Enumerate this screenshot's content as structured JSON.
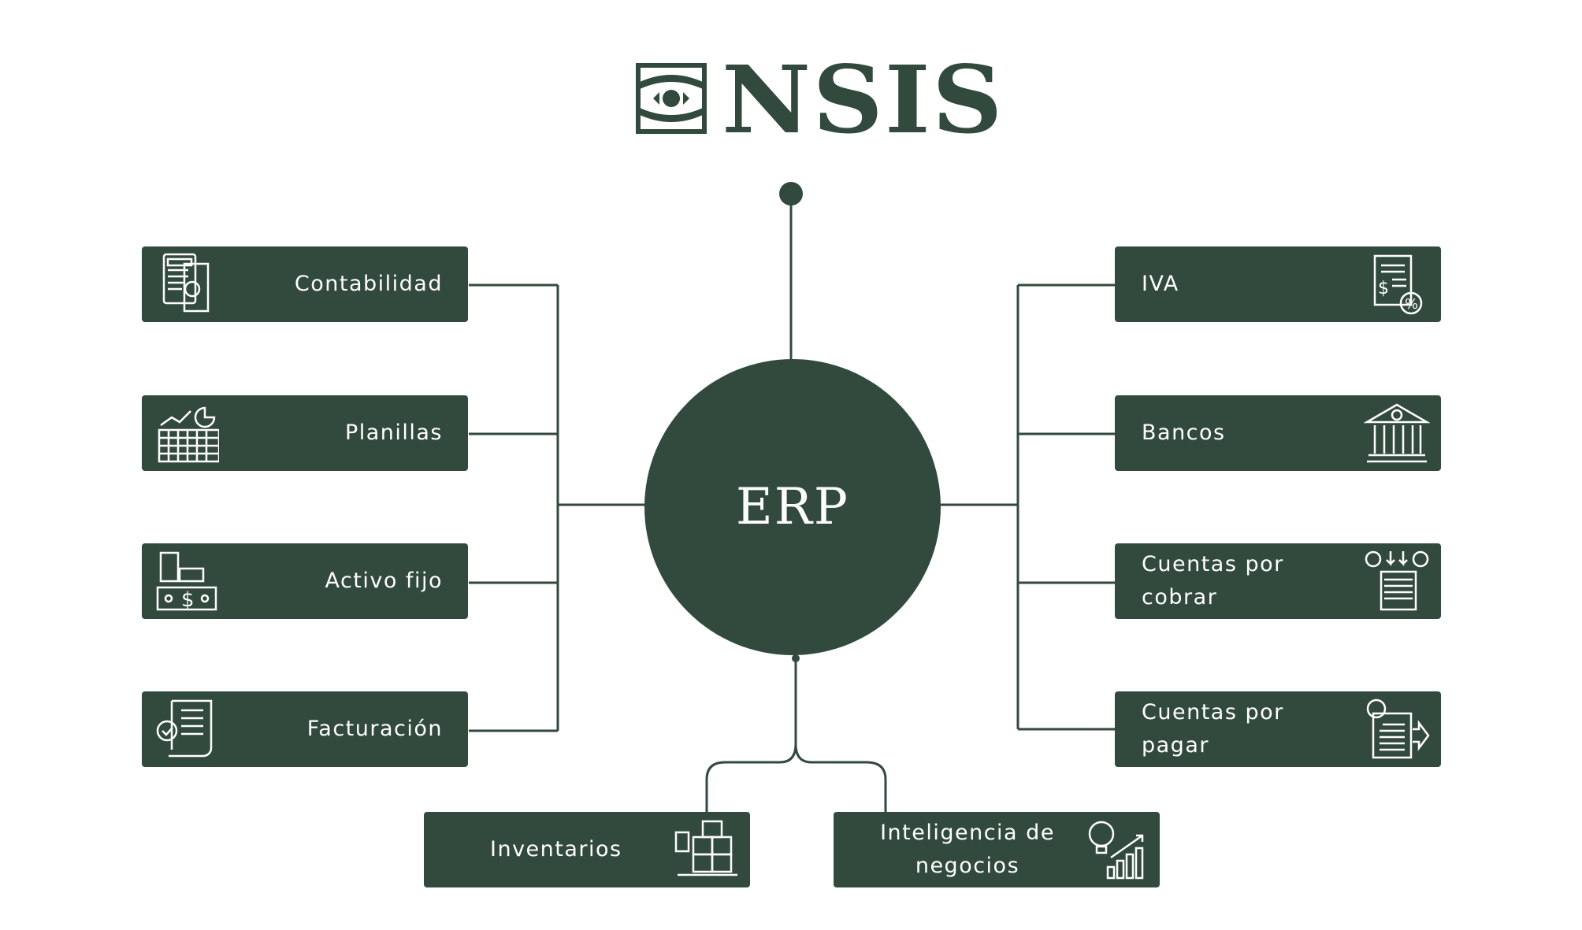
{
  "logo": {
    "text": "NSIS",
    "icon": "eye-icon"
  },
  "center": {
    "label": "ERP"
  },
  "left_modules": [
    {
      "label": "Contabilidad",
      "icon": "calculator-icon"
    },
    {
      "label": "Planillas",
      "icon": "spreadsheet-chart-icon"
    },
    {
      "label": "Activo fijo",
      "icon": "assets-icon"
    },
    {
      "label": "Facturación",
      "icon": "invoice-icon"
    }
  ],
  "right_modules": [
    {
      "label": "IVA",
      "icon": "tax-document-icon"
    },
    {
      "label": "Bancos",
      "icon": "bank-icon"
    },
    {
      "label": "Cuentas por cobrar",
      "icon": "wallet-income-icon"
    },
    {
      "label": "Cuentas por pagar",
      "icon": "bill-payment-icon"
    }
  ],
  "bottom_modules": [
    {
      "label": "Inventarios",
      "icon": "boxes-icon"
    },
    {
      "label": "Inteligencia de negocios",
      "icon": "bulb-growth-icon"
    }
  ],
  "colors": {
    "primary": "#324a3d",
    "text": "#ffffff",
    "background": "#ffffff"
  }
}
